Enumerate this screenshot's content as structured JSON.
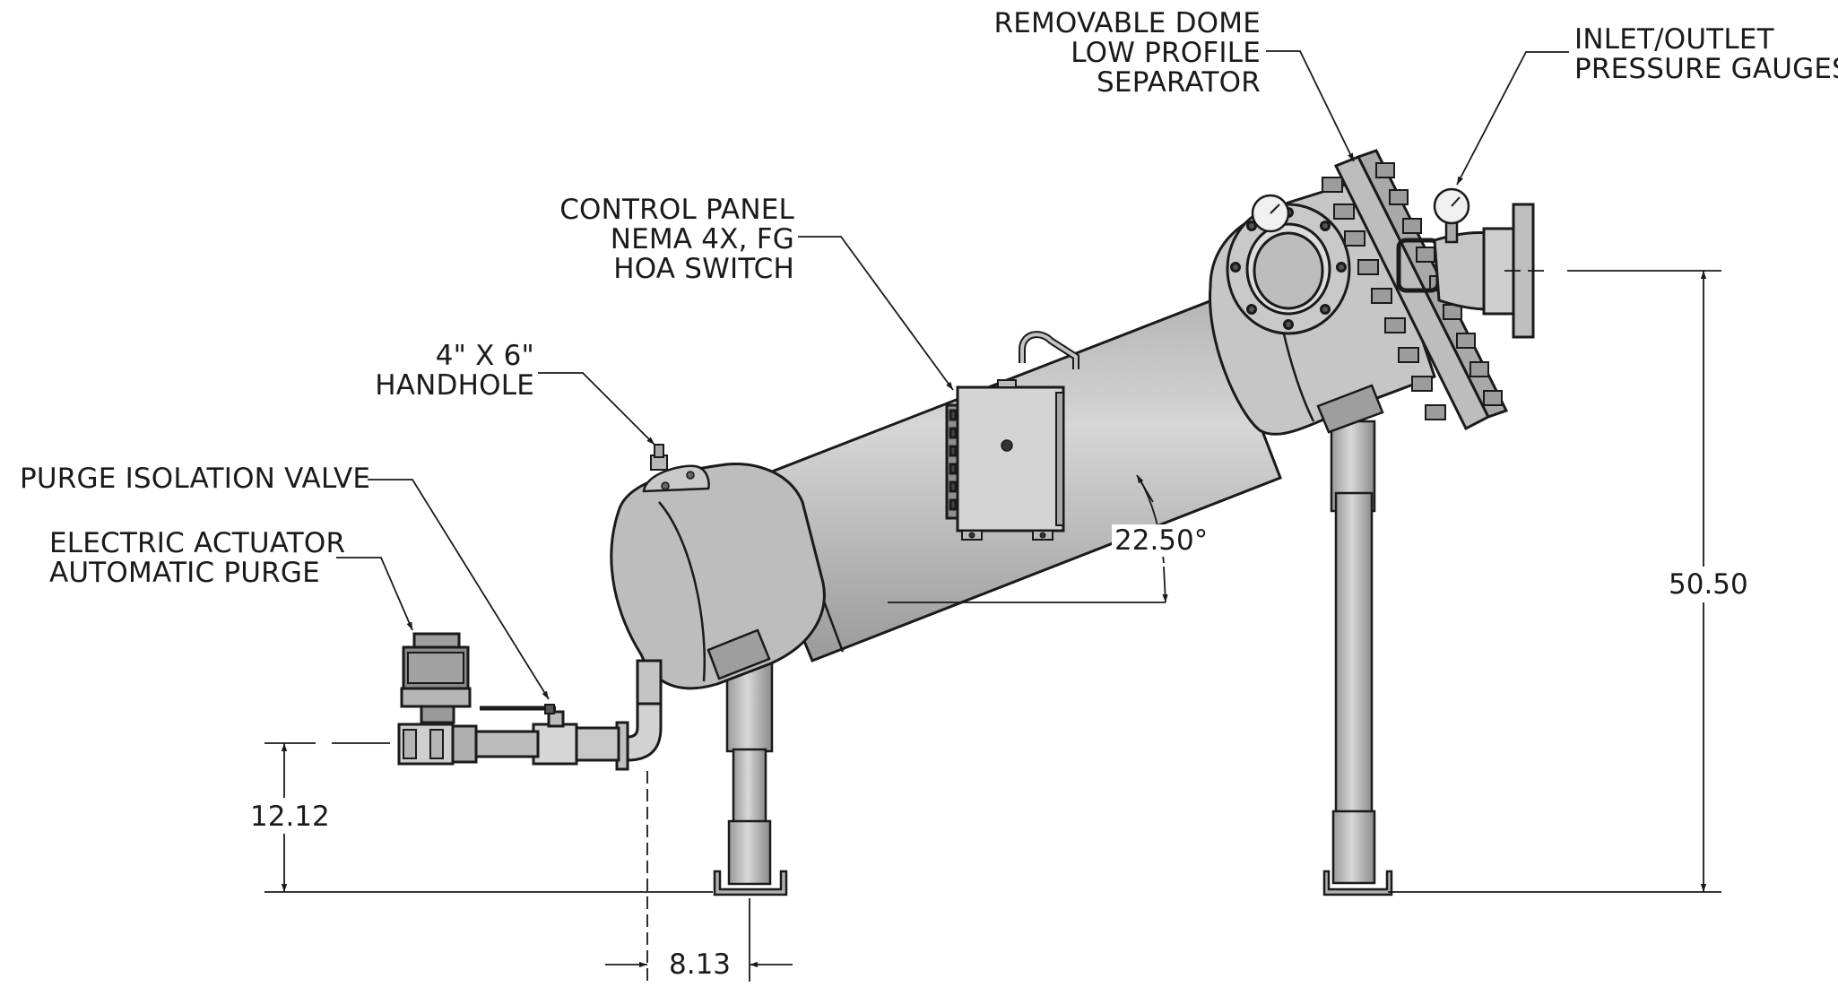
{
  "callouts": {
    "removable_dome": [
      "REMOVABLE DOME",
      "LOW PROFILE",
      "SEPARATOR"
    ],
    "pressure_gauges": [
      "INLET/OUTLET",
      "PRESSURE GAUGES"
    ],
    "control_panel": [
      "CONTROL PANEL",
      "NEMA 4X, FG",
      "HOA SWITCH"
    ],
    "handhole": [
      "4\" X 6\"",
      "HANDHOLE"
    ],
    "purge_valve": [
      "PURGE ISOLATION VALVE"
    ],
    "actuator": [
      "ELECTRIC ACTUATOR",
      "AUTOMATIC PURGE"
    ]
  },
  "dimensions": {
    "angle": "22.50°",
    "overall_height": "50.50",
    "outlet_height": "12.12",
    "outlet_offset": "8.13"
  },
  "colors": {
    "metal": "#c4c4c4",
    "metal_dark": "#8e8e8e",
    "line": "#1a1a1a",
    "panel": "#d2d2d2"
  }
}
